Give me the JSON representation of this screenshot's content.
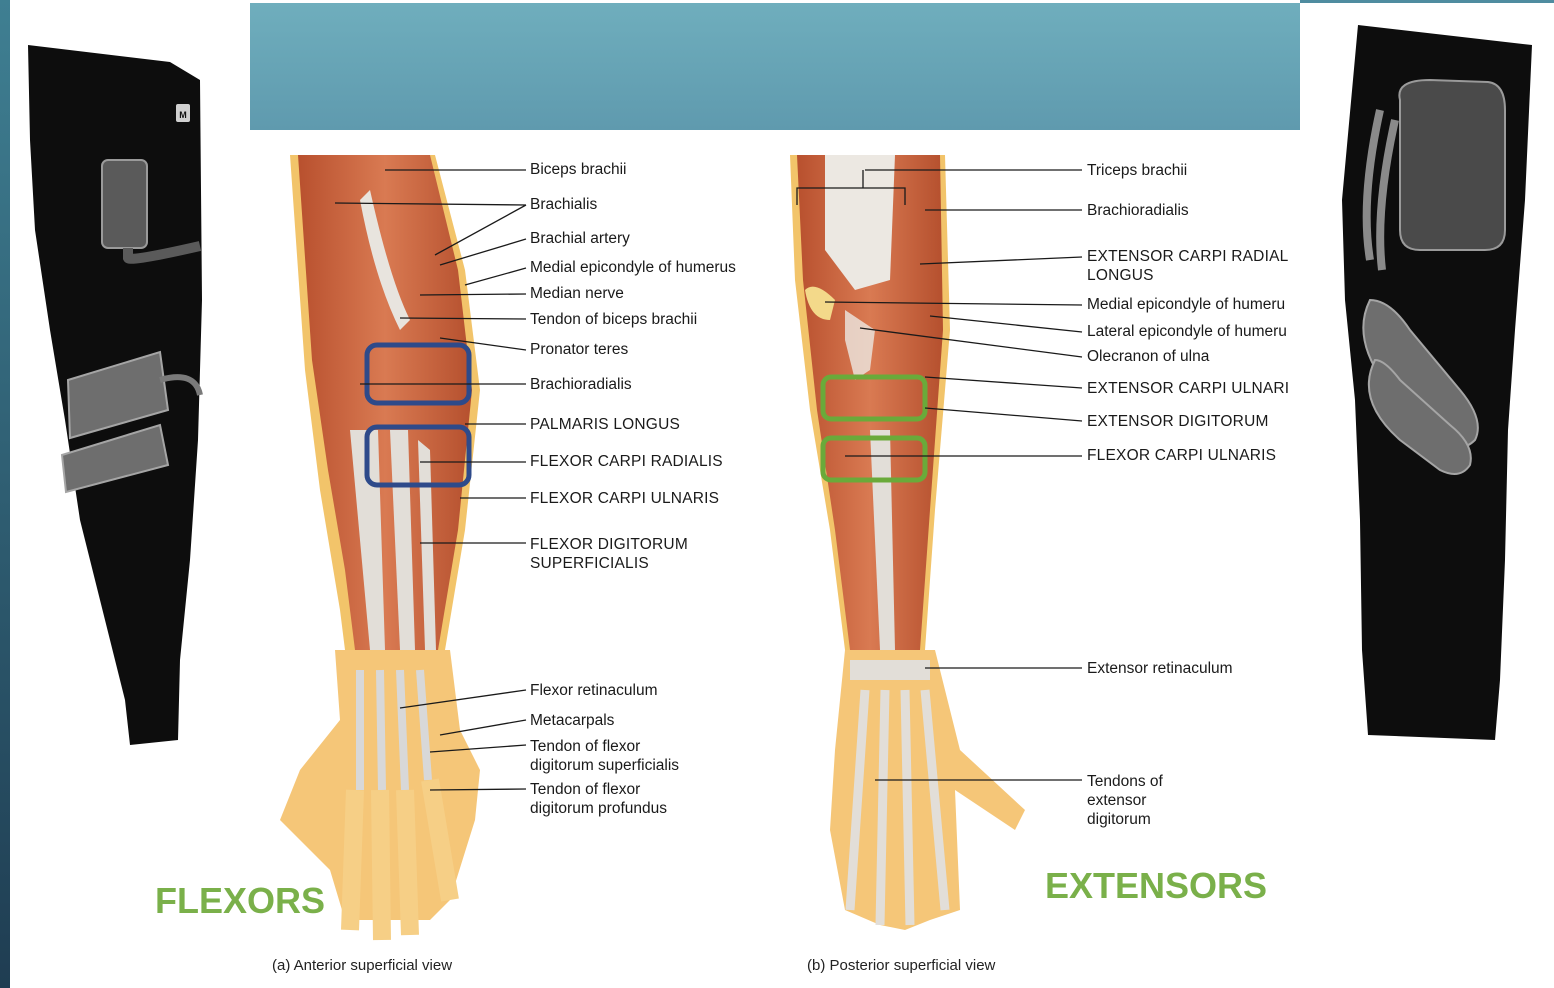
{
  "colors": {
    "banner": "#64a3b4",
    "flexor_box": "#2e4a8a",
    "extensor_box": "#6aaa3a",
    "group_label": "#7ab04a",
    "sleeve": "#0d0d0d"
  },
  "sleeve_left": {
    "size_tag": "M"
  },
  "anterior": {
    "caption": "(a) Anterior superficial view",
    "group": "FLEXORS",
    "labels": [
      "Biceps brachii",
      "Brachialis",
      "Brachial artery",
      "Medial epicondyle of humerus",
      "Median nerve",
      "Tendon of biceps brachii",
      "Pronator teres",
      "Brachioradialis",
      "PALMARIS LONGUS",
      "FLEXOR CARPI RADIALIS",
      "FLEXOR CARPI ULNARIS",
      "FLEXOR DIGITORUM SUPERFICIALIS",
      "Flexor retinaculum",
      "Metacarpals",
      "Tendon of flexor digitorum superficialis",
      "Tendon of flexor digitorum profundus"
    ]
  },
  "posterior": {
    "caption": "(b) Posterior superficial view",
    "group": "EXTENSORS",
    "labels": [
      "Triceps brachii",
      "Brachioradialis",
      "EXTENSOR CARPI RADIAL LONGUS",
      "Medial epicondyle of humeru",
      "Lateral epicondyle of humeru",
      "Olecranon of ulna",
      "EXTENSOR CARPI ULNARI",
      "EXTENSOR DIGITORUM",
      "FLEXOR CARPI ULNARIS",
      "Extensor retinaculum",
      "Tendons of extensor digitorum"
    ]
  }
}
